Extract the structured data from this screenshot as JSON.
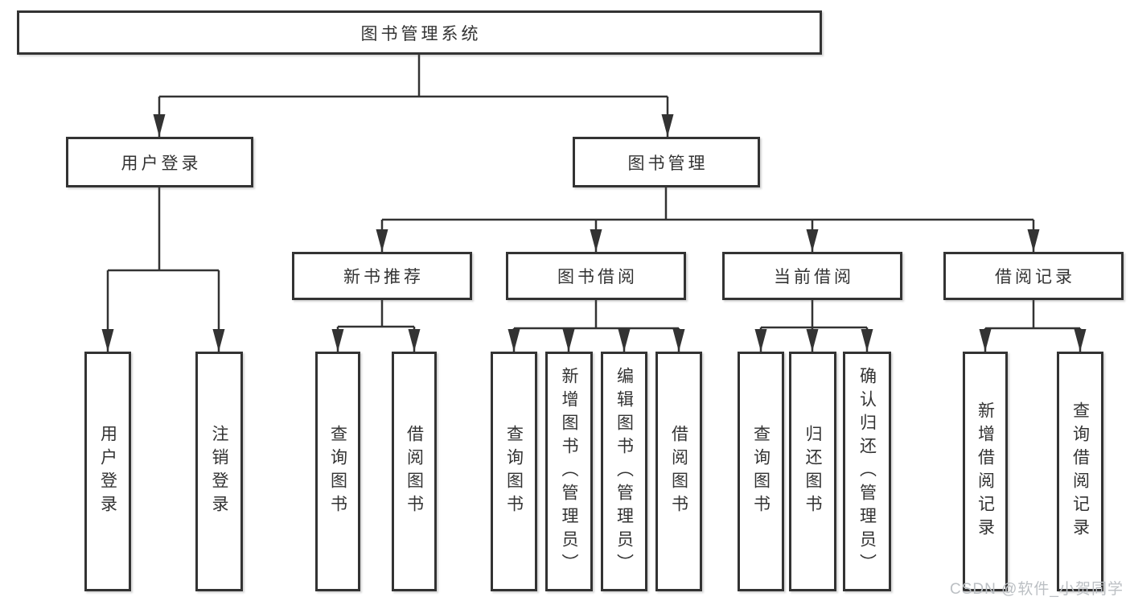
{
  "diagram": {
    "root": {
      "label": "图书管理系统"
    },
    "level2": [
      {
        "label": "用户登录"
      },
      {
        "label": "图书管理"
      }
    ],
    "level3": [
      {
        "label": "新书推荐"
      },
      {
        "label": "图书借阅"
      },
      {
        "label": "当前借阅"
      },
      {
        "label": "借阅记录"
      }
    ],
    "leaves": [
      {
        "label": "用户登录",
        "parent": "用户登录"
      },
      {
        "label": "注销登录",
        "parent": "用户登录"
      },
      {
        "label": "查询图书",
        "parent": "新书推荐"
      },
      {
        "label": "借阅图书",
        "parent": "新书推荐"
      },
      {
        "label": "查询图书",
        "parent": "图书借阅"
      },
      {
        "label": "新增图书（管理员）",
        "parent": "图书借阅"
      },
      {
        "label": "编辑图书（管理员）",
        "parent": "图书借阅"
      },
      {
        "label": "借阅图书",
        "parent": "图书借阅"
      },
      {
        "label": "查询图书",
        "parent": "当前借阅"
      },
      {
        "label": "归还图书",
        "parent": "当前借阅"
      },
      {
        "label": "确认归还（管理员）",
        "parent": "当前借阅"
      },
      {
        "label": "新增借阅记录",
        "parent": "借阅记录"
      },
      {
        "label": "查询借阅记录",
        "parent": "借阅记录"
      }
    ]
  },
  "watermark": "CSDN @软件_小贺同学",
  "colors": {
    "line": "#333333",
    "box_border": "#333333",
    "text": "#333333",
    "watermark": "#bcc0c4",
    "background": "#ffffff"
  }
}
